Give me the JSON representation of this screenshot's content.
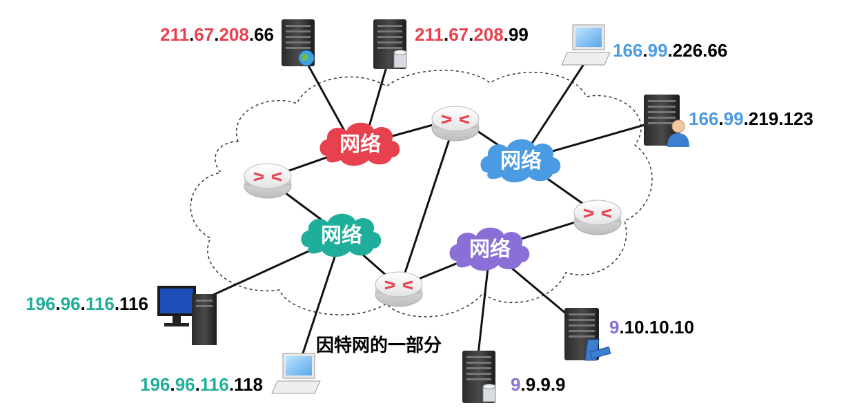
{
  "caption": "因特网的一部分",
  "networks": [
    {
      "label": "网络",
      "color": "#e8414e"
    },
    {
      "label": "网络",
      "color": "#4b9be2"
    },
    {
      "label": "网络",
      "color": "#1fae9a"
    },
    {
      "label": "网络",
      "color": "#8a6fd6"
    }
  ],
  "hosts": [
    {
      "icon": "server-globe-icon",
      "ip": [
        {
          "t": "211",
          "c": "#e8414e"
        },
        {
          "t": ".",
          "c": "#000"
        },
        {
          "t": "67",
          "c": "#e8414e"
        },
        {
          "t": ".",
          "c": "#000"
        },
        {
          "t": "208",
          "c": "#e8414e"
        },
        {
          "t": ".66",
          "c": "#000"
        }
      ]
    },
    {
      "icon": "server-database-icon",
      "ip": [
        {
          "t": "211",
          "c": "#e8414e"
        },
        {
          "t": ".",
          "c": "#000"
        },
        {
          "t": "67",
          "c": "#e8414e"
        },
        {
          "t": ".",
          "c": "#000"
        },
        {
          "t": "208",
          "c": "#e8414e"
        },
        {
          "t": ".99",
          "c": "#000"
        }
      ]
    },
    {
      "icon": "laptop-icon",
      "ip": [
        {
          "t": "166",
          "c": "#4b9be2"
        },
        {
          "t": ".",
          "c": "#000"
        },
        {
          "t": "99",
          "c": "#4b9be2"
        },
        {
          "t": ".226.66",
          "c": "#000"
        }
      ]
    },
    {
      "icon": "server-user-icon",
      "ip": [
        {
          "t": "166",
          "c": "#4b9be2"
        },
        {
          "t": ".",
          "c": "#000"
        },
        {
          "t": "99",
          "c": "#4b9be2"
        },
        {
          "t": ".219.123",
          "c": "#000"
        }
      ]
    },
    {
      "icon": "desktop-computer-icon",
      "ip": [
        {
          "t": "196",
          "c": "#1fae9a"
        },
        {
          "t": ".",
          "c": "#000"
        },
        {
          "t": "96",
          "c": "#1fae9a"
        },
        {
          "t": ".",
          "c": "#000"
        },
        {
          "t": "116",
          "c": "#1fae9a"
        },
        {
          "t": ".116",
          "c": "#000"
        }
      ]
    },
    {
      "icon": "laptop-icon",
      "ip": [
        {
          "t": "196",
          "c": "#1fae9a"
        },
        {
          "t": ".",
          "c": "#000"
        },
        {
          "t": "96",
          "c": "#1fae9a"
        },
        {
          "t": ".",
          "c": "#000"
        },
        {
          "t": "116",
          "c": "#1fae9a"
        },
        {
          "t": ".118",
          "c": "#000"
        }
      ]
    },
    {
      "icon": "server-database-icon",
      "ip": [
        {
          "t": "9",
          "c": "#8a6fd6"
        },
        {
          "t": ".9.9.9",
          "c": "#000"
        }
      ]
    },
    {
      "icon": "server-film-icon",
      "ip": [
        {
          "t": "9",
          "c": "#8a6fd6"
        },
        {
          "t": ".10.10.10",
          "c": "#000"
        }
      ]
    }
  ],
  "routers": [
    {
      "icon": "router-icon"
    },
    {
      "icon": "router-icon"
    },
    {
      "icon": "router-icon"
    },
    {
      "icon": "router-icon"
    }
  ]
}
